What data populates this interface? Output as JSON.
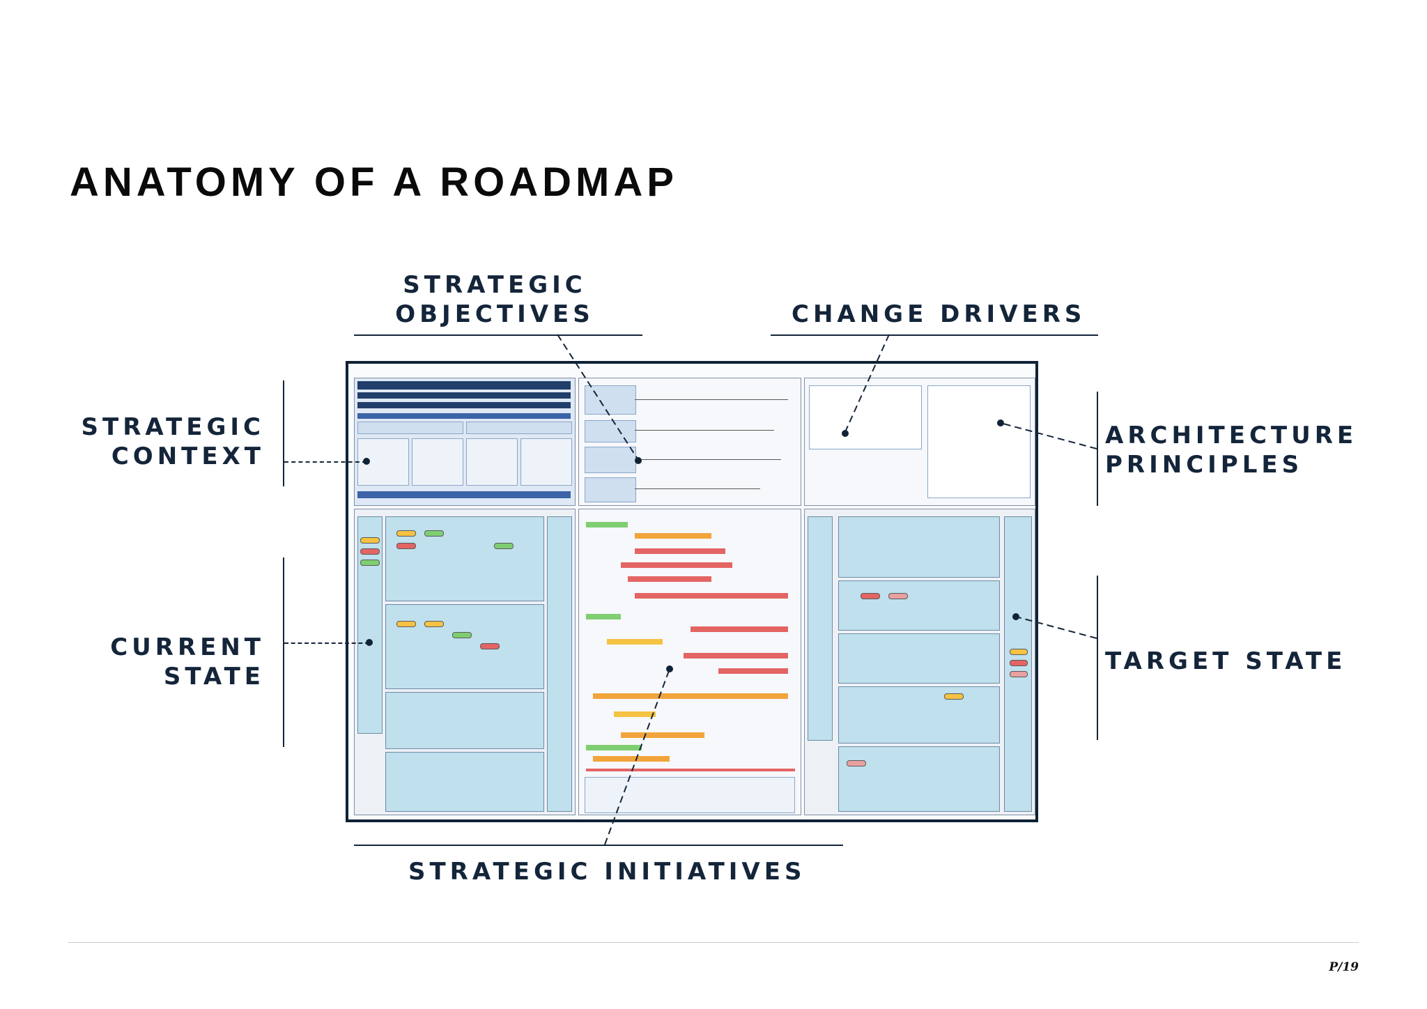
{
  "page": {
    "title": "ANATOMY OF A ROADMAP",
    "page_number": "P/19"
  },
  "labels": {
    "strategic_objectives": [
      "STRATEGIC",
      "OBJECTIVES"
    ],
    "change_drivers": "CHANGE DRIVERS",
    "strategic_context": [
      "STRATEGIC",
      "CONTEXT"
    ],
    "architecture_principles": [
      "ARCHITECTURE",
      "PRINCIPLES"
    ],
    "current_state": [
      "CURRENT",
      "STATE"
    ],
    "target_state": "TARGET STATE",
    "strategic_initiatives": "STRATEGIC INITIATIVES"
  },
  "colors": {
    "label_text": "#14253a",
    "frame": "#0f2236",
    "panel_header": "#223f6b",
    "panel_bar": "#3b63a6",
    "cell_fill": "#bfe0ec",
    "gantt_red": "#e04848",
    "gantt_orange": "#f2a43a",
    "gantt_green": "#7fce71"
  }
}
